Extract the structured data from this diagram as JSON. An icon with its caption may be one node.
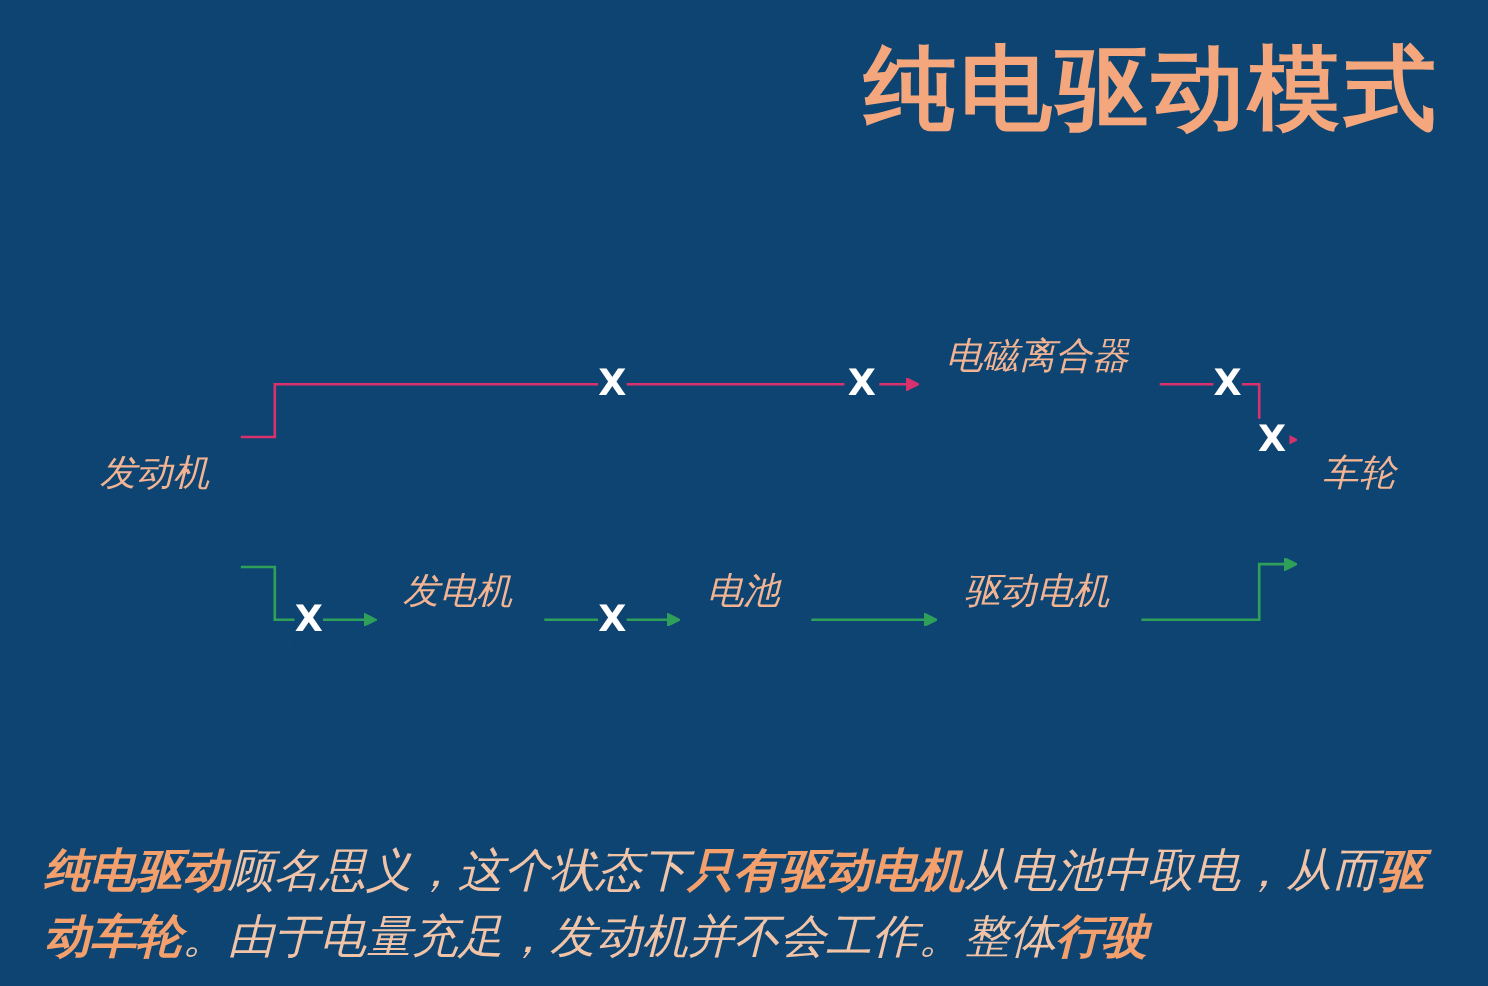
{
  "diagram": {
    "title": "纯电驱动模式",
    "nodes": [
      {
        "text": [
          "发动机"
        ]
      },
      {
        "text": [
          "电磁离合器"
        ]
      },
      {
        "text": [
          "发电机"
        ]
      },
      {
        "text": [
          "电池"
        ]
      },
      {
        "text": [
          "车轮"
        ]
      },
      {
        "text": [
          "驱动电机"
        ]
      }
    ],
    "edges": [
      {
        "from": 0,
        "to": 1,
        "arrow": "to",
        "label": "X",
        "color": "#d8326e"
      },
      {
        "from": 0,
        "to": 2,
        "arrow": "to",
        "label": "X"
      },
      {
        "from": 1,
        "to": 4,
        "arrow": "to",
        "label": "X",
        "color": "#d8326e"
      },
      {
        "from": 2,
        "to": 3,
        "arrow": "to",
        "label": "X"
      },
      {
        "from": 3,
        "to": 5,
        "arrow": "to"
      },
      {
        "from": 5,
        "to": 4,
        "arrow": "to"
      }
    ],
    "labels": [
      "X",
      "X"
    ],
    "caption": "**纯电驱动**顾名思义，这个状态下**只有驱动电机**从电池中取电，从而**驱动车轮**。由于电量充足，发动机并不会工作。整体**行驶**"
  }
}
